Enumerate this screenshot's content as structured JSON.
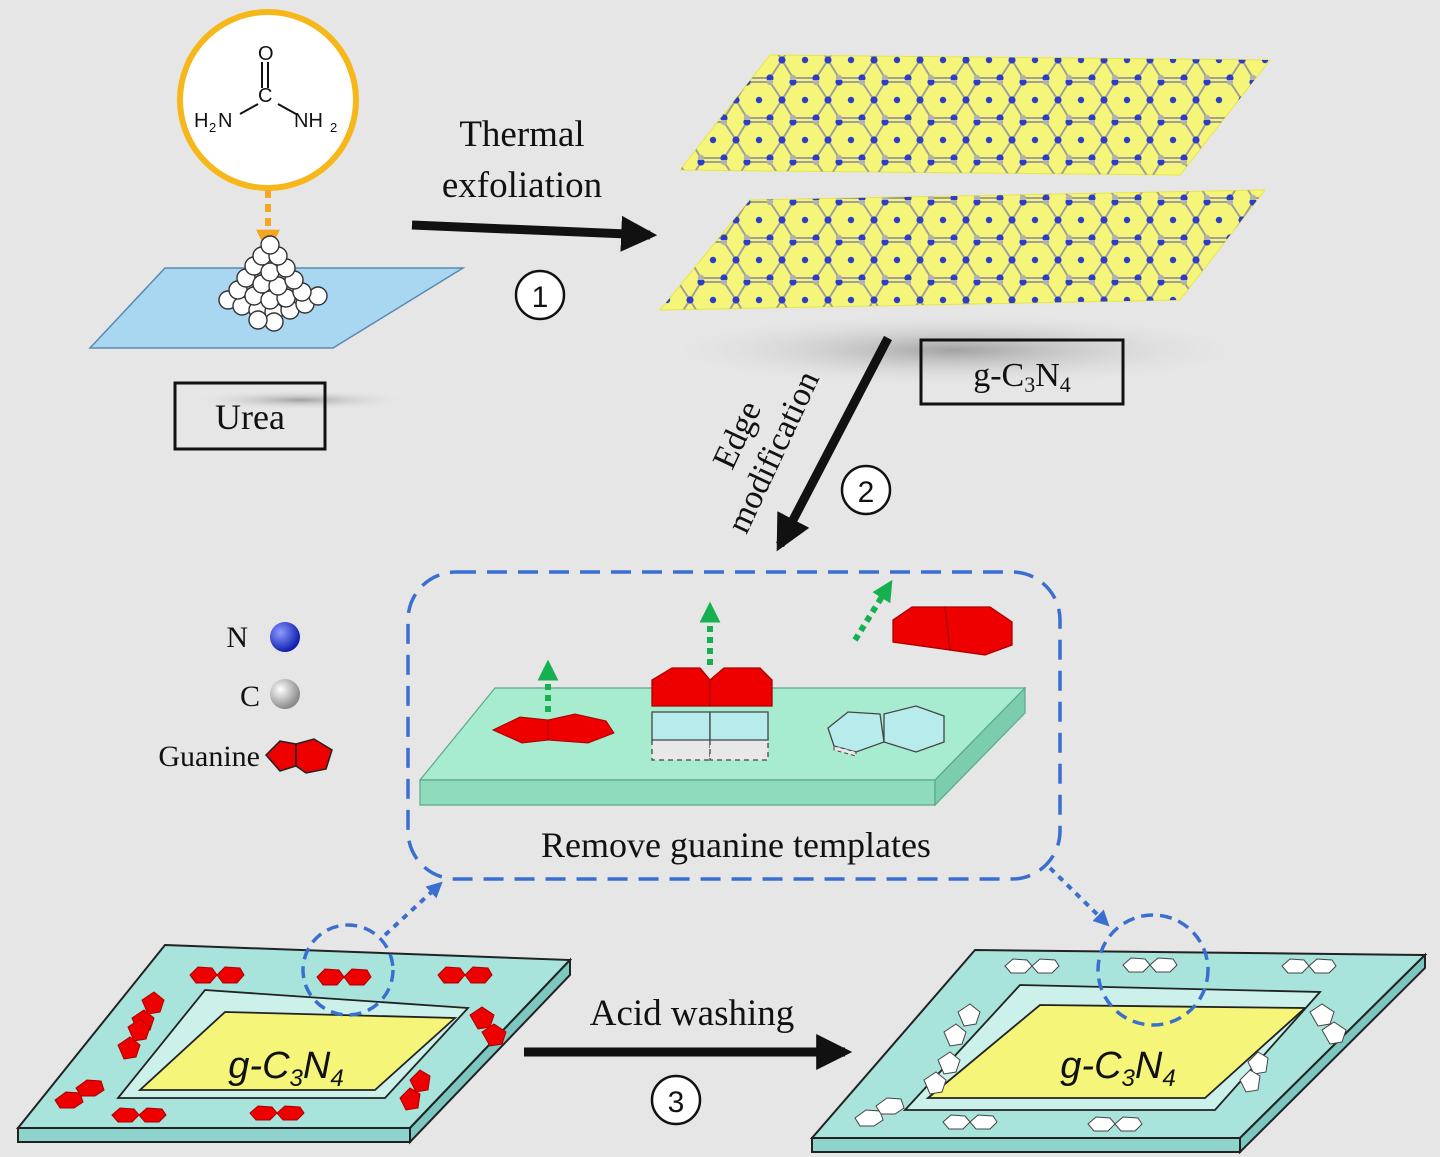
{
  "colors": {
    "background": "#e6e6e6",
    "sheet": "#f5f57a",
    "nitrogen": "#2233cc",
    "carbon": "#b8b8b8",
    "guanine": "#ee0000",
    "substrate": "#a8ecd0",
    "dashed_box": "#3a6fd0",
    "green_arrow": "#15b050",
    "orange_arrow": "#f5a623",
    "urea_plate": "#a9d6f0"
  },
  "urea_molecule": {
    "oxygen": "O",
    "carbon": "C",
    "left_group": "H",
    "left_sub": "2",
    "left_tail": "N",
    "right_group": "NH",
    "right_sub": "2"
  },
  "labels": {
    "urea": "Urea",
    "gcn_prefix": "g-C",
    "gcn_sub1": "3",
    "gcn_mid": "N",
    "gcn_sub2": "4"
  },
  "steps": {
    "step1_line1": "Thermal",
    "step1_line2": "exfoliation",
    "step1_num": "1",
    "step2_line1": "Edge",
    "step2_line2": "modification",
    "step2_num": "2",
    "step3_label": "Acid washing",
    "step3_num": "3"
  },
  "legend": {
    "nitrogen": "N",
    "carbon": "C",
    "guanine": "Guanine"
  },
  "box_caption": "Remove guanine templates"
}
